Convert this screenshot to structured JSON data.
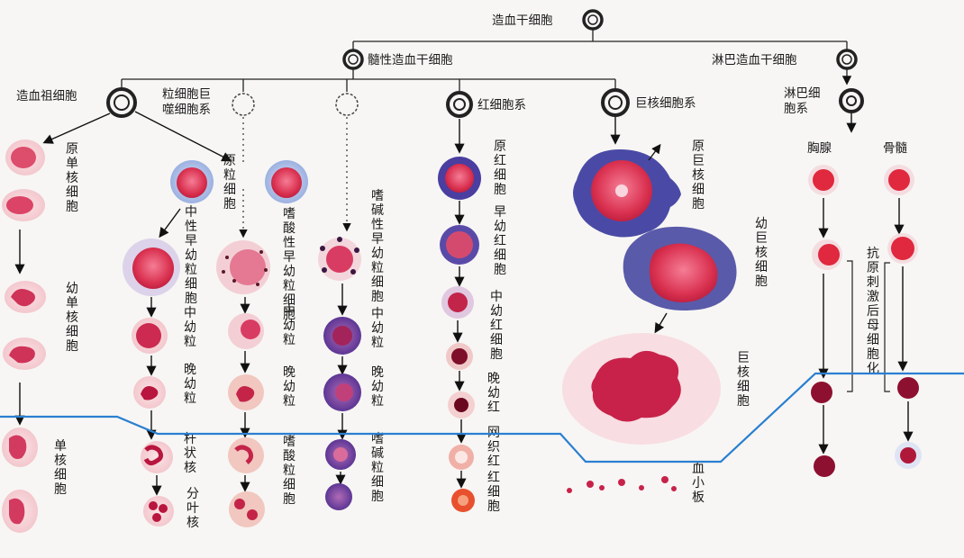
{
  "root": "造血干细胞",
  "branches": {
    "myeloid_stem": "髓性造血干细胞",
    "lymphoid_stem": "淋巴造血干细胞"
  },
  "progenitors": {
    "mono_progenitor": "造血祖细胞",
    "gran_line1": "粒细胞巨",
    "gran_line2": "噬细胞系",
    "erythroid": "红细胞系",
    "megakaryocyte": "巨核细胞系",
    "lymph_line1": "淋巴细",
    "lymph_line2": "胞系"
  },
  "stages": {
    "mono1": "原单核细胞",
    "mono2": "幼单核细胞",
    "mono3": "单核细胞",
    "promyelocyte_early": "原粒细胞",
    "neutro1": "中性早幼粒细胞",
    "neutro2": "中幼粒",
    "neutro3": "晚幼粒",
    "neutro4": "杆状核",
    "neutro5": "分叶核",
    "eos1": "嗜酸性早幼粒细胞",
    "eos2": "中幼粒",
    "eos3": "晚幼粒",
    "eos4": "嗜酸粒细胞",
    "baso1": "嗜碱性早幼粒细胞",
    "baso2": "中幼粒",
    "baso3": "晚幼粒",
    "baso4": "嗜碱粒细胞",
    "ery1": "原红细胞",
    "ery2": "早幼红细胞",
    "ery3": "中幼红细胞",
    "ery4": "晚幼红",
    "ery5": "网织红",
    "ery6": "红细胞",
    "mega1": "原巨核细胞",
    "mega2": "幼巨核细胞",
    "mega3": "巨核细胞",
    "mega4": "血小板",
    "thymus": "胸腺",
    "marrow": "骨髓",
    "antigen": "抗原刺激后母细胞化"
  },
  "colors": {
    "blood_line": "#2a7fd0",
    "cell_pink": "#e0486a",
    "cell_dark": "#8e1030",
    "cell_purple": "#5a3aa0"
  }
}
